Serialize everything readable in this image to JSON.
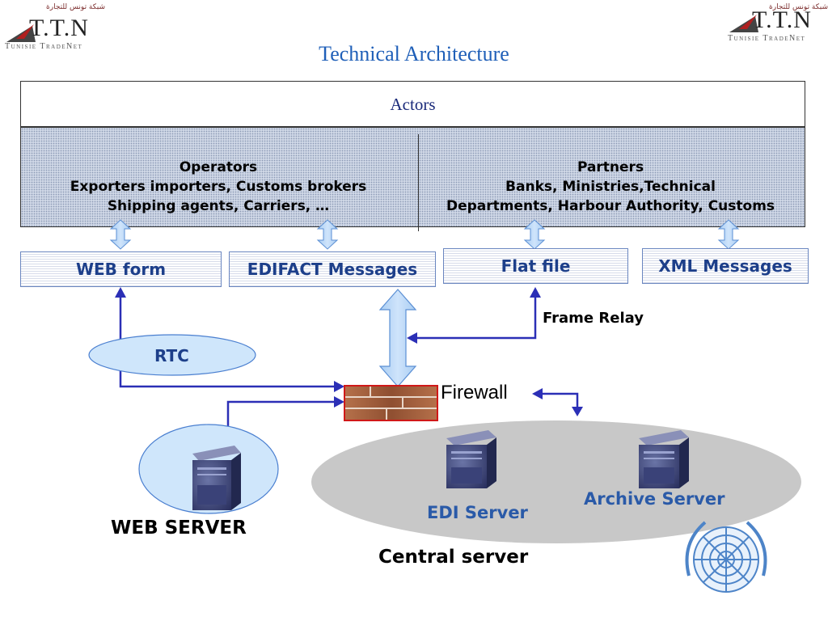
{
  "logo": {
    "arabic": "شبكة تونس للتجارة",
    "ttn": "T.T.N",
    "sub": "Tunisie TradeNet"
  },
  "title": "Technical Architecture",
  "actors": {
    "header": "Actors",
    "left": {
      "line1": "Operators",
      "line2": "Exporters importers, Customs brokers",
      "line3": "Shipping agents, Carriers, …"
    },
    "right": {
      "line1": "Partners",
      "line2": "Banks, Ministries,Technical",
      "line3": "Departments, Harbour Authority, Customs"
    }
  },
  "channels": {
    "web_form": "WEB form",
    "edifact": "EDIFACT Messages",
    "flat_file": "Flat file",
    "xml": "XML Messages"
  },
  "network": {
    "frame_relay": "Frame Relay",
    "rtc": "RTC",
    "firewall": "Firewall"
  },
  "servers": {
    "web_server": "WEB SERVER",
    "edi_server": "EDI Server",
    "archive_server": "Archive Server",
    "central_server": "Central server"
  },
  "colors": {
    "title": "#1f5fb8",
    "arrow_line": "#2b2fb6",
    "box_text": "#1d3f8a",
    "server_text": "#2a5aa8",
    "ellipse_gray": "#c8c8c8",
    "ellipse_blue": "#cfe6fb",
    "firewall_border": "#d01818"
  }
}
